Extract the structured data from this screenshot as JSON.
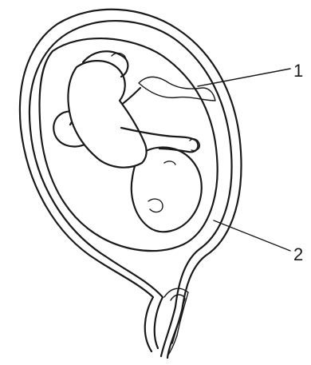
{
  "labels": [
    {
      "id": "1",
      "text": "1"
    },
    {
      "id": "2",
      "text": "2"
    }
  ],
  "colors": {
    "stroke": "#1a1a1a",
    "background": "#ffffff"
  }
}
